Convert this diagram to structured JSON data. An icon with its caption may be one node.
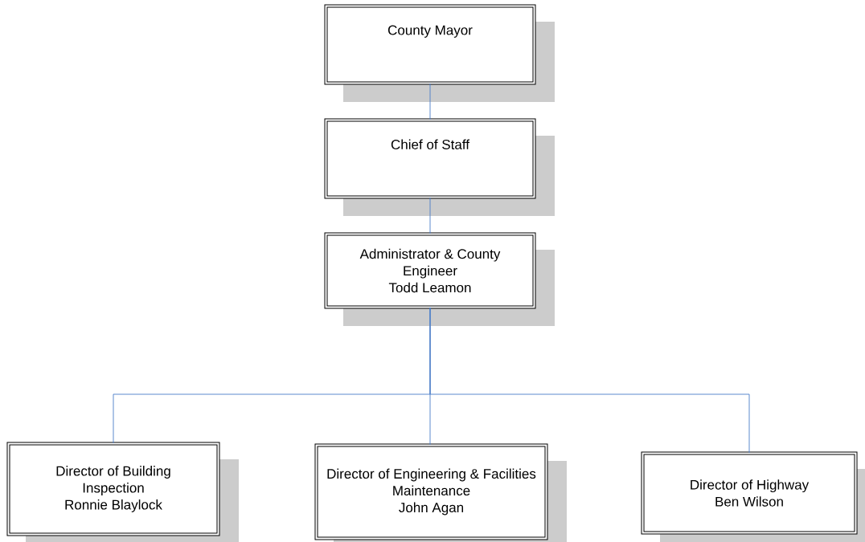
{
  "diagram": {
    "nodes": [
      {
        "text": [
          "County Mayor"
        ]
      },
      {
        "text": [
          "Chief of Staff"
        ]
      },
      {
        "text": [
          "Administrator & County Engineer",
          "Todd Leamon"
        ]
      },
      {
        "text": [
          "Director of Building Inspection",
          "Ronnie Blaylock"
        ]
      },
      {
        "text": [
          "Director of Engineering & Facilities Maintenance",
          "John Agan"
        ]
      },
      {
        "text": [
          "Director of Highway",
          "Ben Wilson"
        ]
      }
    ],
    "edges": [
      {
        "from": 0,
        "to": 1,
        "arrow": "none"
      },
      {
        "from": 1,
        "to": 2,
        "arrow": "none"
      },
      {
        "from": 2,
        "to": 3,
        "arrow": "none"
      },
      {
        "from": 2,
        "to": 4,
        "arrow": "none"
      },
      {
        "from": 2,
        "to": 5,
        "arrow": "none"
      }
    ]
  }
}
